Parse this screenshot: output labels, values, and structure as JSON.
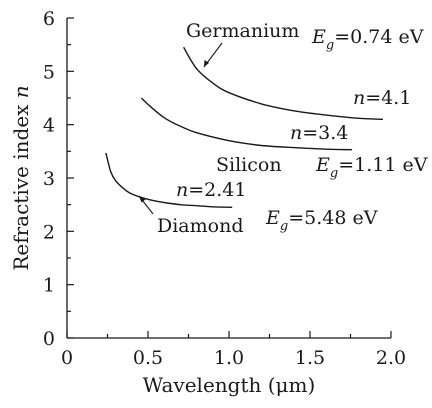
{
  "chart_data": {
    "type": "line",
    "title": "",
    "xlabel": "Wavelength (μm)",
    "ylabel": "Refractive index n",
    "xlim": [
      0,
      2.0
    ],
    "ylim": [
      0,
      6
    ],
    "x_ticks": [
      "0",
      "0.5",
      "1.0",
      "1.5",
      "2.0"
    ],
    "y_ticks": [
      "0",
      "1",
      "2",
      "3",
      "4",
      "5",
      "6"
    ],
    "grid": false,
    "legend": "none",
    "series": [
      {
        "name": "Germanium",
        "x": [
          0.72,
          0.8,
          0.9,
          1.0,
          1.2,
          1.4,
          1.6,
          1.8,
          1.95
        ],
        "y": [
          5.45,
          5.05,
          4.78,
          4.6,
          4.39,
          4.26,
          4.18,
          4.12,
          4.1
        ]
      },
      {
        "name": "Silicon",
        "x": [
          0.46,
          0.5,
          0.6,
          0.7,
          0.8,
          1.0,
          1.2,
          1.4,
          1.6,
          1.76
        ],
        "y": [
          4.5,
          4.38,
          4.13,
          3.97,
          3.85,
          3.7,
          3.61,
          3.57,
          3.54,
          3.53
        ]
      },
      {
        "name": "Diamond",
        "x": [
          0.24,
          0.27,
          0.3,
          0.35,
          0.4,
          0.5,
          0.6,
          0.7,
          0.8,
          0.9,
          1.02
        ],
        "y": [
          3.47,
          3.12,
          2.95,
          2.8,
          2.7,
          2.6,
          2.54,
          2.5,
          2.48,
          2.46,
          2.45
        ]
      }
    ],
    "annotations": {
      "germanium_name": "Germanium",
      "germanium_eg": "0.74 eV",
      "germanium_n": "4.1",
      "silicon_name": "Silicon",
      "silicon_eg": "1.11 eV",
      "silicon_n": "3.4",
      "diamond_name": "Diamond",
      "diamond_eg": "5.48 eV",
      "diamond_n": "2.41",
      "eg_symbol": "E",
      "eg_subscript": "g",
      "n_symbol": "n",
      "equals": "="
    }
  }
}
